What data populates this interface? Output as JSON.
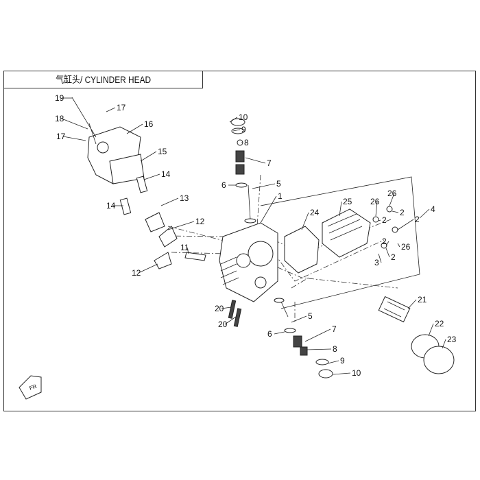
{
  "title": "气缸头/ CYLINDER HEAD",
  "front_arrow_label": "FR",
  "callouts": [
    "19",
    "17",
    "18",
    "16",
    "17",
    "15",
    "14",
    "13",
    "14",
    "12",
    "11",
    "12",
    "20",
    "20",
    "1",
    "24",
    "25",
    "26",
    "26",
    "2",
    "2",
    "4",
    "2",
    "2",
    "26",
    "3",
    "2",
    "10",
    "9",
    "8",
    "7",
    "6",
    "5",
    "5",
    "6",
    "7",
    "8",
    "9",
    "10",
    "21",
    "22",
    "23"
  ]
}
